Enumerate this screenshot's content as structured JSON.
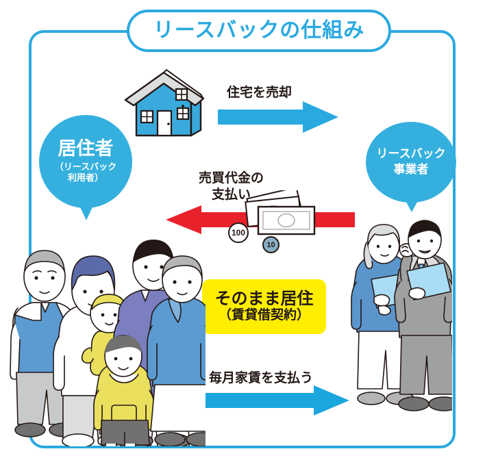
{
  "diagram": {
    "title": "リースバックの仕組み",
    "frame_color": "#29a9e0",
    "balloon_color": "#35b0de",
    "arrow_blue": "#29a9e0",
    "arrow_red": "#e8212b",
    "highlight_yellow": "#ffee00",
    "text_color": "#231815"
  },
  "balloons": {
    "resident": {
      "main": "居住者",
      "sub_line1": "（リースバック",
      "sub_line2": "利用者）"
    },
    "provider": {
      "line1": "リースバック",
      "line2": "事業者"
    }
  },
  "flows": {
    "sell_house": {
      "label": "住宅を売却",
      "direction": "right",
      "color": "#29a9e0"
    },
    "payment": {
      "label_line1": "売買代金の",
      "label_line2": "支払い",
      "direction": "left",
      "color": "#e8212b"
    },
    "monthly_rent": {
      "label": "毎月家賃を支払う",
      "direction": "right",
      "color": "#1ba6dd"
    }
  },
  "highlight": {
    "line1": "そのまま居住",
    "line2": "（賃貸借契約）"
  },
  "money": {
    "coin_100": "100",
    "coin_10": "10"
  },
  "illustrations": {
    "house": "house-illustration",
    "family": "family-illustration",
    "agents": "business-agents-illustration",
    "bills": "banknotes-illustration"
  }
}
